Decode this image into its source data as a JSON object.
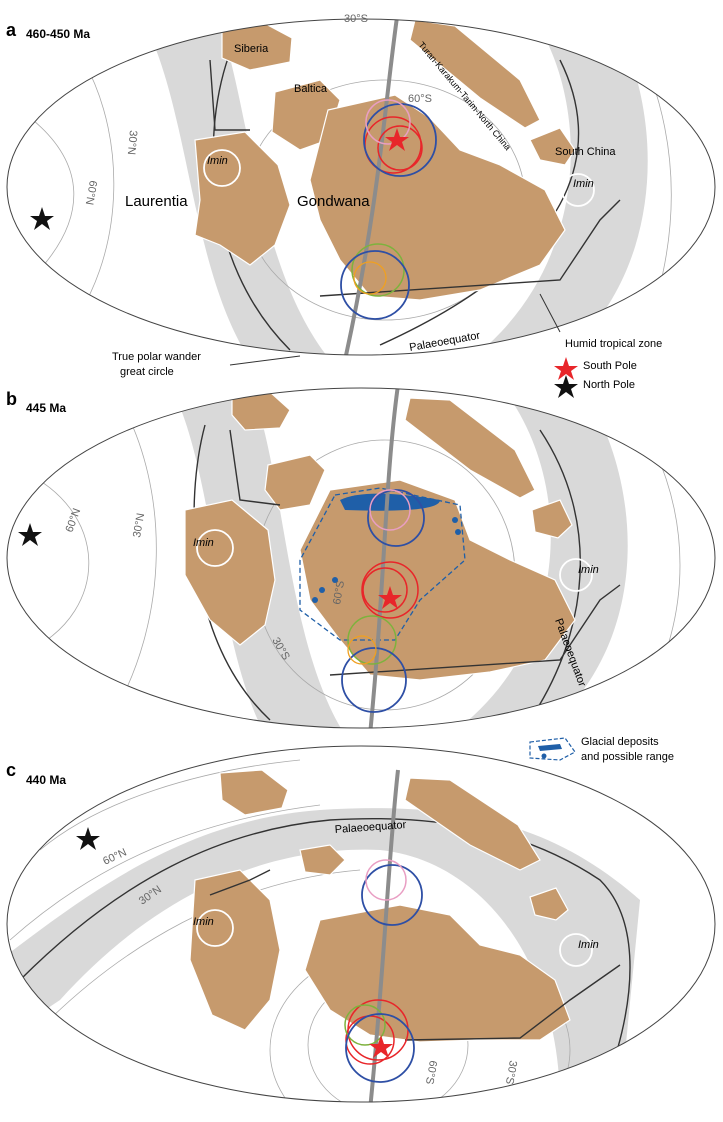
{
  "panels": [
    {
      "letter": "a",
      "age": "460-450 Ma",
      "labels": {
        "siberia": "Siberia",
        "baltica": "Baltica",
        "turan": "Turan-Karakum-Tarim-North China",
        "laurentia": "Laurentia",
        "gondwana": "Gondwana",
        "south_china": "South China",
        "imin_left": "Imin",
        "imin_right": "Imin",
        "lat_30s": "30°S",
        "lat_60s": "60°S",
        "lat_30n": "30°N",
        "lat_60n": "60°N",
        "palaeoequator": "Palaeoequator"
      }
    },
    {
      "letter": "b",
      "age": "445 Ma",
      "labels": {
        "imin_left": "Imin",
        "imin_right": "Imin",
        "lat_60n": "60°N",
        "lat_30n": "30°N",
        "lat_60s": "60°S",
        "lat_30s": "30°S",
        "palaeoequator": "Palaeoequator"
      }
    },
    {
      "letter": "c",
      "age": "440 Ma",
      "labels": {
        "imin_left": "Imin",
        "imin_right": "Imin",
        "lat_60n": "60°N",
        "lat_30n": "30°N",
        "lat_60s": "60°S",
        "lat_30s": "30°S",
        "palaeoequator": "Palaeoequator"
      }
    }
  ],
  "legend": {
    "humid_zone": "Humid tropical zone",
    "south_pole": "South Pole",
    "north_pole": "North Pole",
    "tpw_line1": "True polar wander",
    "tpw_line2": "great circle",
    "glacial_line1": "Glacial deposits",
    "glacial_line2": "and possible range"
  },
  "colors": {
    "continent": "#c69a6d",
    "humid_zone": "#d9d9d9",
    "south_pole": "#e8262a",
    "north_pole": "#111111",
    "glacial": "#1f5fa8",
    "tpw": "#8c8c8c"
  }
}
